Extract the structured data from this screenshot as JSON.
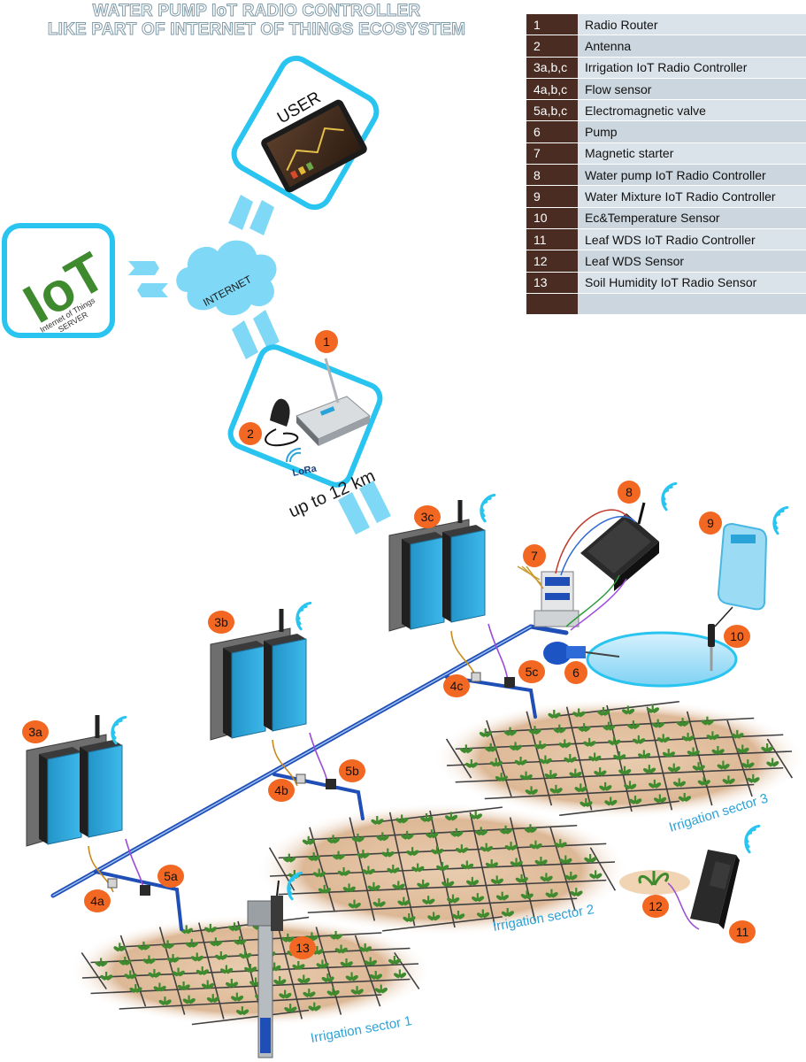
{
  "title": {
    "line1": "WATER PUMP IoT RADIO CONTROLLER",
    "line2": "LIKE PART OF INTERNET OF THINGS ECOSYSTEM"
  },
  "legend": [
    {
      "num": "1",
      "label": "Radio Router"
    },
    {
      "num": "2",
      "label": "Antenna"
    },
    {
      "num": "3a,b,c",
      "label": "Irrigation IoT Radio Controller"
    },
    {
      "num": "4a,b,c",
      "label": "Flow sensor"
    },
    {
      "num": "5a,b,c",
      "label": "Electromagnetic valve"
    },
    {
      "num": "6",
      "label": "Pump"
    },
    {
      "num": "7",
      "label": "Magnetic starter"
    },
    {
      "num": "8",
      "label": "Water pump IoT Radio Controller"
    },
    {
      "num": "9",
      "label": "Water Mixture IoT Radio Controller"
    },
    {
      "num": "10",
      "label": "Ec&Temperature Sensor"
    },
    {
      "num": "11",
      "label": "Leaf WDS IoT Radio Controller"
    },
    {
      "num": "12",
      "label": "Leaf WDS Sensor"
    },
    {
      "num": "13",
      "label": "Soil Humidity IoT Radio Sensor"
    },
    {
      "num": "",
      "label": ""
    }
  ],
  "user_label": "USER",
  "iot": {
    "logo": "IoT",
    "caption1": "Internet of Things",
    "caption2": "SERVER"
  },
  "internet_label": "INTERNET",
  "lora_label": "LoRa",
  "range_label": "up to 12 km",
  "sectors": {
    "s1": "Irrigation sector 1",
    "s2": "Irrigation sector 2",
    "s3": "Irrigation sector 3"
  },
  "markers": {
    "m1": "1",
    "m2": "2",
    "m3a": "3a",
    "m3b": "3b",
    "m3c": "3c",
    "m4a": "4a",
    "m4b": "4b",
    "m4c": "4c",
    "m5a": "5a",
    "m5b": "5b",
    "m5c": "5c",
    "m6": "6",
    "m7": "7",
    "m8": "8",
    "m9": "9",
    "m10": "10",
    "m11": "11",
    "m12": "12",
    "m13": "13"
  },
  "colors": {
    "accent_cyan": "#29c4ef",
    "marker_orange": "#f26722",
    "pipe_blue": "#1f4fb6",
    "controller_blue": "#2aa3d9",
    "soil": "#dcb998",
    "plant_green": "#3f8a2e",
    "legend_dark": "#4a2c23",
    "legend_light": "#dbe3ea"
  }
}
